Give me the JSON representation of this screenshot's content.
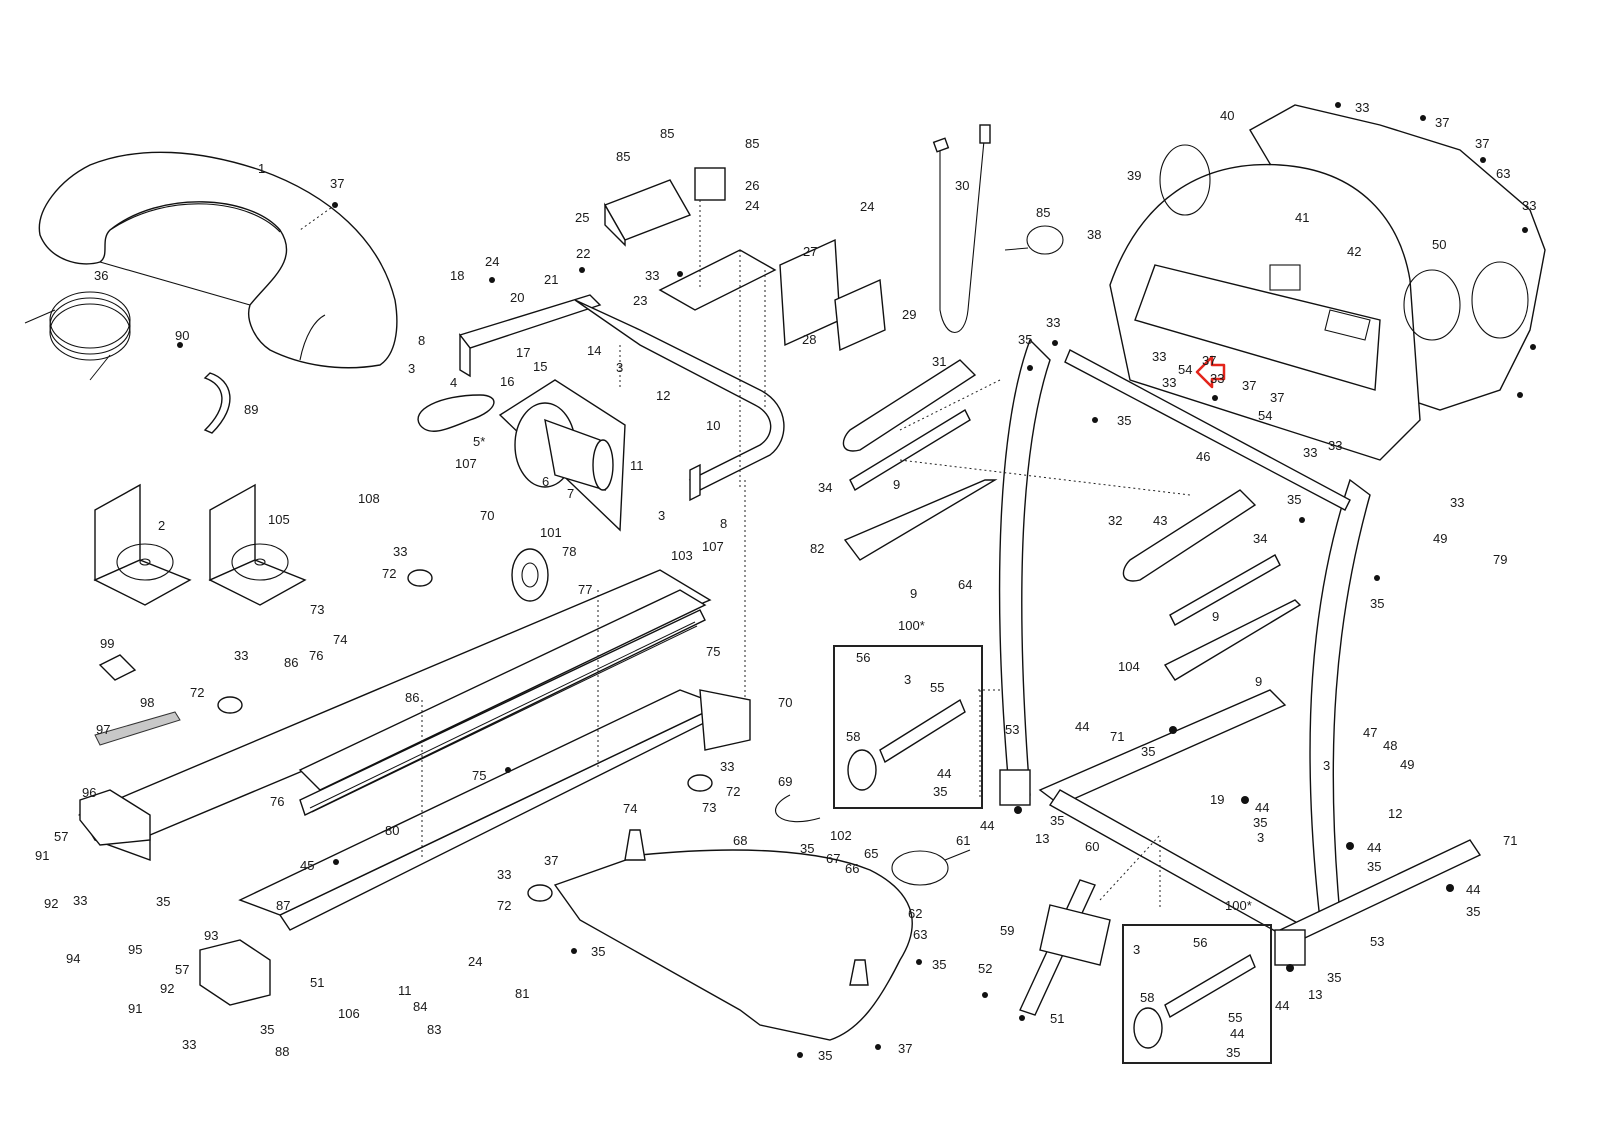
{
  "diagram": {
    "title": "Treadmill exploded parts diagram",
    "highlight": {
      "near_label": "54",
      "color": "#e3241b",
      "icon": "arrow-left-outline-icon"
    },
    "labels": [
      {
        "id": "l1",
        "text": "1"
      },
      {
        "id": "l37a",
        "text": "37"
      },
      {
        "id": "l36",
        "text": "36"
      },
      {
        "id": "l90",
        "text": "90"
      },
      {
        "id": "l89",
        "text": "89"
      },
      {
        "id": "l85a",
        "text": "85"
      },
      {
        "id": "l85b",
        "text": "85"
      },
      {
        "id": "l85c",
        "text": "85"
      },
      {
        "id": "l26",
        "text": "26"
      },
      {
        "id": "l25",
        "text": "25"
      },
      {
        "id": "l24a",
        "text": "24"
      },
      {
        "id": "l33a",
        "text": "33"
      },
      {
        "id": "l23",
        "text": "23"
      },
      {
        "id": "l22",
        "text": "22"
      },
      {
        "id": "l24b",
        "text": "24"
      },
      {
        "id": "l18",
        "text": "18"
      },
      {
        "id": "l20",
        "text": "20"
      },
      {
        "id": "l21",
        "text": "21"
      },
      {
        "id": "l8a",
        "text": "8"
      },
      {
        "id": "l3a",
        "text": "3"
      },
      {
        "id": "l17",
        "text": "17"
      },
      {
        "id": "l15",
        "text": "15"
      },
      {
        "id": "l14",
        "text": "14"
      },
      {
        "id": "l16",
        "text": "16"
      },
      {
        "id": "l3b",
        "text": "3"
      },
      {
        "id": "l12a",
        "text": "12"
      },
      {
        "id": "l10",
        "text": "10"
      },
      {
        "id": "l4",
        "text": "4"
      },
      {
        "id": "l5",
        "text": "5*"
      },
      {
        "id": "l6",
        "text": "6"
      },
      {
        "id": "l7",
        "text": "7"
      },
      {
        "id": "l11a",
        "text": "11"
      },
      {
        "id": "l3c",
        "text": "3"
      },
      {
        "id": "l8b",
        "text": "8"
      },
      {
        "id": "l107a",
        "text": "107"
      },
      {
        "id": "l108",
        "text": "108"
      },
      {
        "id": "l2",
        "text": "2"
      },
      {
        "id": "l105",
        "text": "105"
      },
      {
        "id": "l70a",
        "text": "70"
      },
      {
        "id": "l101",
        "text": "101"
      },
      {
        "id": "l33b",
        "text": "33"
      },
      {
        "id": "l78",
        "text": "78"
      },
      {
        "id": "l72a",
        "text": "72"
      },
      {
        "id": "l77",
        "text": "77"
      },
      {
        "id": "l103",
        "text": "103"
      },
      {
        "id": "l107b",
        "text": "107"
      },
      {
        "id": "l73a",
        "text": "73"
      },
      {
        "id": "l74a",
        "text": "74"
      },
      {
        "id": "l99",
        "text": "99"
      },
      {
        "id": "l33c",
        "text": "33"
      },
      {
        "id": "l86a",
        "text": "86"
      },
      {
        "id": "l76a",
        "text": "76"
      },
      {
        "id": "l72b",
        "text": "72"
      },
      {
        "id": "l98",
        "text": "98"
      },
      {
        "id": "l97",
        "text": "97"
      },
      {
        "id": "l86b",
        "text": "86"
      },
      {
        "id": "l75a",
        "text": "75"
      },
      {
        "id": "l70b",
        "text": "70"
      },
      {
        "id": "l33d",
        "text": "33"
      },
      {
        "id": "l72c",
        "text": "72"
      },
      {
        "id": "l75b",
        "text": "75"
      },
      {
        "id": "l74b",
        "text": "74"
      },
      {
        "id": "l73b",
        "text": "73"
      },
      {
        "id": "l76b",
        "text": "76"
      },
      {
        "id": "l80",
        "text": "80"
      },
      {
        "id": "l96",
        "text": "96"
      },
      {
        "id": "l57a",
        "text": "57"
      },
      {
        "id": "l91a",
        "text": "91"
      },
      {
        "id": "l92a",
        "text": "92"
      },
      {
        "id": "l33e",
        "text": "33"
      },
      {
        "id": "l35a",
        "text": "35"
      },
      {
        "id": "l95",
        "text": "95"
      },
      {
        "id": "l45",
        "text": "45"
      },
      {
        "id": "l87",
        "text": "87"
      },
      {
        "id": "l51a",
        "text": "51"
      },
      {
        "id": "l93",
        "text": "93"
      },
      {
        "id": "l94",
        "text": "94"
      },
      {
        "id": "l57b",
        "text": "57"
      },
      {
        "id": "l92b",
        "text": "92"
      },
      {
        "id": "l91b",
        "text": "91"
      },
      {
        "id": "l33f",
        "text": "33"
      },
      {
        "id": "l35b",
        "text": "35"
      },
      {
        "id": "l88",
        "text": "88"
      },
      {
        "id": "l11b",
        "text": "11"
      },
      {
        "id": "l106",
        "text": "106"
      },
      {
        "id": "l84",
        "text": "84"
      },
      {
        "id": "l24c",
        "text": "24"
      },
      {
        "id": "l83",
        "text": "83"
      },
      {
        "id": "l81",
        "text": "81"
      },
      {
        "id": "l69",
        "text": "69"
      },
      {
        "id": "l33g",
        "text": "33"
      },
      {
        "id": "l37b",
        "text": "37"
      },
      {
        "id": "l72d",
        "text": "72"
      },
      {
        "id": "l35c",
        "text": "35"
      },
      {
        "id": "l68",
        "text": "68"
      },
      {
        "id": "l35d",
        "text": "35"
      },
      {
        "id": "l102",
        "text": "102"
      },
      {
        "id": "l67",
        "text": "67"
      },
      {
        "id": "l66",
        "text": "66"
      },
      {
        "id": "l65",
        "text": "65"
      },
      {
        "id": "l61",
        "text": "61"
      },
      {
        "id": "l62",
        "text": "62"
      },
      {
        "id": "l63a",
        "text": "63"
      },
      {
        "id": "l35e",
        "text": "35"
      },
      {
        "id": "l35f",
        "text": "35"
      },
      {
        "id": "l37c",
        "text": "37"
      },
      {
        "id": "l27",
        "text": "27"
      },
      {
        "id": "l24d",
        "text": "24"
      },
      {
        "id": "l28",
        "text": "28"
      },
      {
        "id": "l29",
        "text": "29"
      },
      {
        "id": "l30",
        "text": "30"
      },
      {
        "id": "l85d",
        "text": "85"
      },
      {
        "id": "l31",
        "text": "31"
      },
      {
        "id": "l34a",
        "text": "34"
      },
      {
        "id": "l9a",
        "text": "9"
      },
      {
        "id": "l82",
        "text": "82"
      },
      {
        "id": "l9b",
        "text": "9"
      },
      {
        "id": "l64",
        "text": "64"
      },
      {
        "id": "l100a",
        "text": "100*"
      },
      {
        "id": "l56a",
        "text": "56"
      },
      {
        "id": "l3d",
        "text": "3"
      },
      {
        "id": "l55a",
        "text": "55"
      },
      {
        "id": "l58a",
        "text": "58"
      },
      {
        "id": "l44a",
        "text": "44"
      },
      {
        "id": "l35g",
        "text": "35"
      },
      {
        "id": "l40",
        "text": "40"
      },
      {
        "id": "l33h",
        "text": "33"
      },
      {
        "id": "l37d",
        "text": "37"
      },
      {
        "id": "l37e",
        "text": "37"
      },
      {
        "id": "l63b",
        "text": "63"
      },
      {
        "id": "l33i",
        "text": "33"
      },
      {
        "id": "l39",
        "text": "39"
      },
      {
        "id": "l38",
        "text": "38"
      },
      {
        "id": "l41",
        "text": "41"
      },
      {
        "id": "l42",
        "text": "42"
      },
      {
        "id": "l50",
        "text": "50"
      },
      {
        "id": "l33j",
        "text": "33"
      },
      {
        "id": "l35h",
        "text": "35"
      },
      {
        "id": "l33k",
        "text": "33"
      },
      {
        "id": "l54a",
        "text": "54"
      },
      {
        "id": "l33l",
        "text": "33"
      },
      {
        "id": "l33m",
        "text": "33"
      },
      {
        "id": "l37f",
        "text": "37"
      },
      {
        "id": "l37g",
        "text": "37"
      },
      {
        "id": "l37h",
        "text": "37"
      },
      {
        "id": "l54b",
        "text": "54"
      },
      {
        "id": "l33n",
        "text": "33"
      },
      {
        "id": "l35i",
        "text": "35"
      },
      {
        "id": "l46",
        "text": "46"
      },
      {
        "id": "l33o",
        "text": "33"
      },
      {
        "id": "l33p",
        "text": "33"
      },
      {
        "id": "l32",
        "text": "32"
      },
      {
        "id": "l35j",
        "text": "35"
      },
      {
        "id": "l49a",
        "text": "49"
      },
      {
        "id": "l79",
        "text": "79"
      },
      {
        "id": "l43",
        "text": "43"
      },
      {
        "id": "l34b",
        "text": "34"
      },
      {
        "id": "l9c",
        "text": "9"
      },
      {
        "id": "l35k",
        "text": "35"
      },
      {
        "id": "l104",
        "text": "104"
      },
      {
        "id": "l9d",
        "text": "9"
      },
      {
        "id": "l53a",
        "text": "53"
      },
      {
        "id": "l44b",
        "text": "44"
      },
      {
        "id": "l35l",
        "text": "35"
      },
      {
        "id": "l71a",
        "text": "71"
      },
      {
        "id": "l44c",
        "text": "44"
      },
      {
        "id": "l35m",
        "text": "35"
      },
      {
        "id": "l13a",
        "text": "13"
      },
      {
        "id": "l60",
        "text": "60"
      },
      {
        "id": "l19",
        "text": "19"
      },
      {
        "id": "l44d",
        "text": "44"
      },
      {
        "id": "l35n",
        "text": "35"
      },
      {
        "id": "l3e",
        "text": "3"
      },
      {
        "id": "l47",
        "text": "47"
      },
      {
        "id": "l48",
        "text": "48"
      },
      {
        "id": "l49b",
        "text": "49"
      },
      {
        "id": "l3f",
        "text": "3"
      },
      {
        "id": "l12b",
        "text": "12"
      },
      {
        "id": "l44e",
        "text": "44"
      },
      {
        "id": "l35o",
        "text": "35"
      },
      {
        "id": "l71b",
        "text": "71"
      },
      {
        "id": "l44f",
        "text": "44"
      },
      {
        "id": "l35p",
        "text": "35"
      },
      {
        "id": "l59",
        "text": "59"
      },
      {
        "id": "l52",
        "text": "52"
      },
      {
        "id": "l51b",
        "text": "51"
      },
      {
        "id": "l100b",
        "text": "100*"
      },
      {
        "id": "l3g",
        "text": "3"
      },
      {
        "id": "l56b",
        "text": "56"
      },
      {
        "id": "l58b",
        "text": "58"
      },
      {
        "id": "l55b",
        "text": "55"
      },
      {
        "id": "l44g",
        "text": "44"
      },
      {
        "id": "l35q",
        "text": "35"
      },
      {
        "id": "l53b",
        "text": "53"
      },
      {
        "id": "l35r",
        "text": "35"
      },
      {
        "id": "l13b",
        "text": "13"
      },
      {
        "id": "l44h",
        "text": "44"
      }
    ]
  }
}
